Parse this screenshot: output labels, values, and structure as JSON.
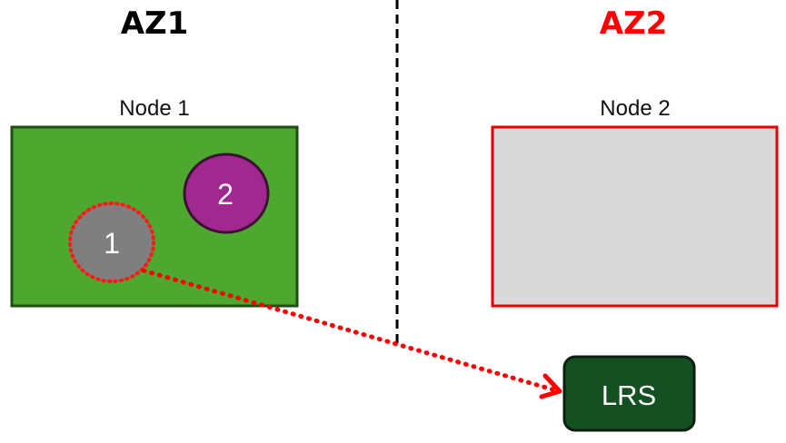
{
  "zones": [
    {
      "label": "AZ1",
      "color": "#000000"
    },
    {
      "label": "AZ2",
      "color": "#ff0000"
    }
  ],
  "nodes": [
    {
      "label": "Node 1",
      "fill": "#4ea72e",
      "border": "#1f4d12"
    },
    {
      "label": "Node 2",
      "fill": "#d9d9d9",
      "border": "#e60000"
    }
  ],
  "pods": [
    {
      "label": "1",
      "fill": "#7f7f7f",
      "border": "#ff1a1a",
      "border_style": "dotted"
    },
    {
      "label": "2",
      "fill": "#a0288f",
      "border": "#3d1035",
      "border_style": "solid"
    }
  ],
  "storage": {
    "label": "LRS",
    "fill": "#145021",
    "border": "#0b1e10"
  },
  "connector": {
    "color": "#ff0000",
    "style": "dotted",
    "arrowhead": "open"
  },
  "divider": {
    "color": "#000000",
    "style": "dashed"
  }
}
